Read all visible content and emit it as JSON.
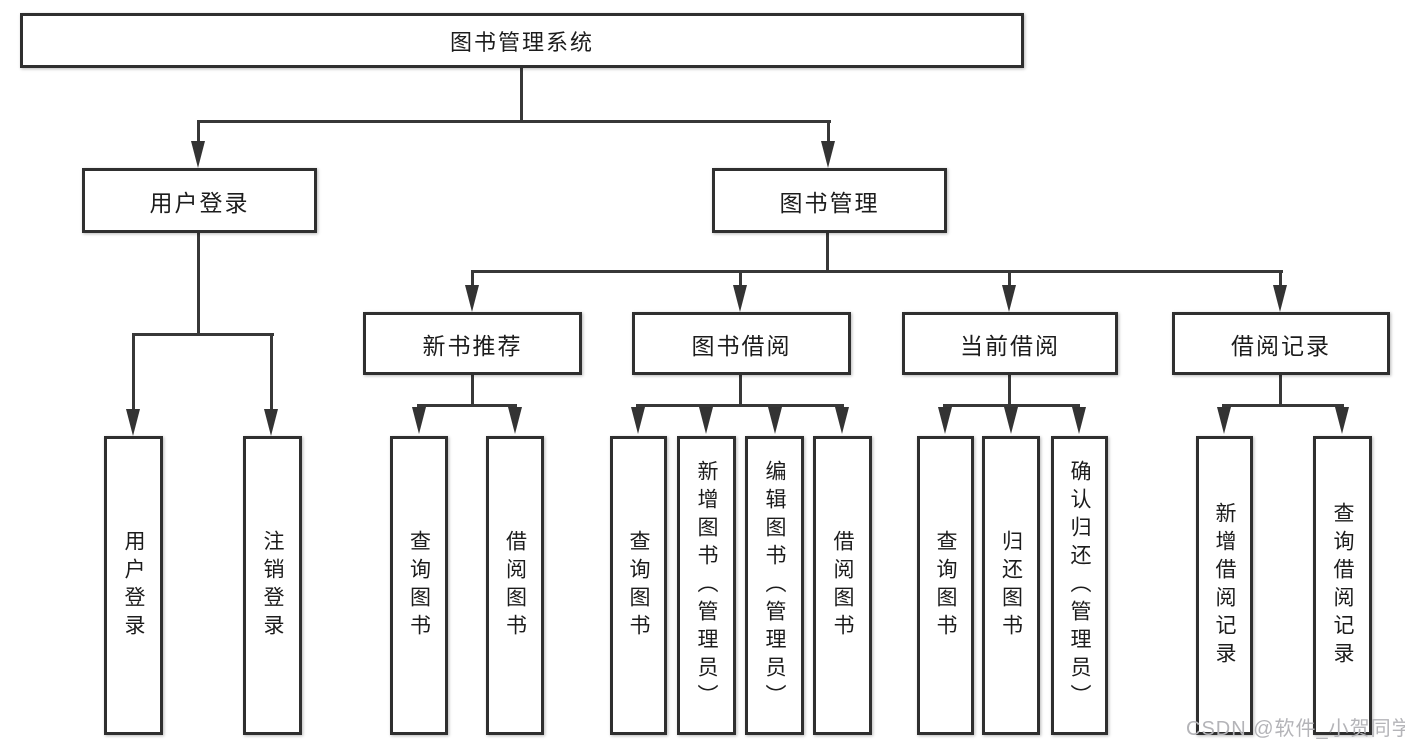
{
  "nodes": {
    "root": {
      "label": "图书管理系统"
    },
    "user_login": {
      "label": "用户登录"
    },
    "book_mgmt": {
      "label": "图书管理"
    },
    "login_children": [
      {
        "label": "用户登录"
      },
      {
        "label": "注销登录"
      }
    ],
    "sections": [
      {
        "label": "新书推荐",
        "children": [
          {
            "label": "查询图书"
          },
          {
            "label": "借阅图书"
          }
        ]
      },
      {
        "label": "图书借阅",
        "children": [
          {
            "label": "查询图书"
          },
          {
            "label": "新增图书（管理员）"
          },
          {
            "label": "编辑图书（管理员）"
          },
          {
            "label": "借阅图书"
          }
        ]
      },
      {
        "label": "当前借阅",
        "children": [
          {
            "label": "查询图书"
          },
          {
            "label": "归还图书"
          },
          {
            "label": "确认归还（管理员）"
          }
        ]
      },
      {
        "label": "借阅记录",
        "children": [
          {
            "label": "新增借阅记录"
          },
          {
            "label": "查询借阅记录"
          }
        ]
      }
    ]
  },
  "watermark": {
    "text": "CSDN @软件_小贺同学"
  },
  "colors": {
    "line": "#383838",
    "border": "#2f2f2f",
    "text": "#1c1c1c",
    "watermark": "#b4b4b8",
    "background": "#ffffff"
  }
}
